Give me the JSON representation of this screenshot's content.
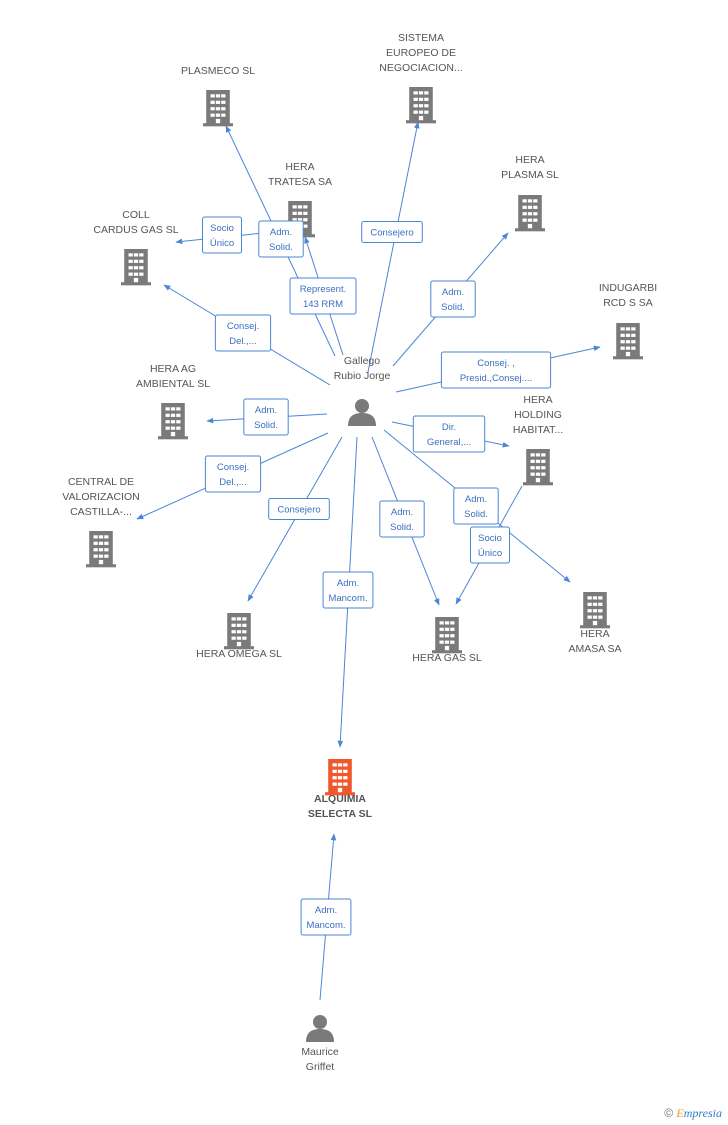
{
  "nodes": [
    {
      "id": "gallego",
      "type": "person",
      "lines": [
        "Gallego",
        "Rubio Jorge"
      ]
    },
    {
      "id": "maurice",
      "type": "person",
      "lines": [
        "Maurice",
        "Griffet"
      ]
    },
    {
      "id": "alquimia",
      "type": "company-focus",
      "lines": [
        "ALQUIMIA",
        "SELECTA SL"
      ],
      "color": "#f0572a"
    },
    {
      "id": "plasmeco",
      "type": "company",
      "lines": [
        "PLASMECO SL"
      ]
    },
    {
      "id": "sistema",
      "type": "company",
      "lines": [
        "SISTEMA",
        "EUROPEO DE",
        "NEGOCIACION..."
      ]
    },
    {
      "id": "tratesa",
      "type": "company",
      "lines": [
        "HERA",
        "TRATESA SA"
      ]
    },
    {
      "id": "plasma",
      "type": "company",
      "lines": [
        "HERA",
        "PLASMA SL"
      ]
    },
    {
      "id": "coll",
      "type": "company",
      "lines": [
        "COLL",
        "CARDUS GAS SL"
      ]
    },
    {
      "id": "indugarbi",
      "type": "company",
      "lines": [
        "INDUGARBI",
        "RCD S SA"
      ]
    },
    {
      "id": "ambiental",
      "type": "company",
      "lines": [
        "HERA AG",
        "AMBIENTAL SL"
      ]
    },
    {
      "id": "holding",
      "type": "company",
      "lines": [
        "HERA",
        "HOLDING",
        "HABITAT..."
      ]
    },
    {
      "id": "central",
      "type": "company",
      "lines": [
        "CENTRAL DE",
        "VALORIZACION",
        "CASTILLA-..."
      ]
    },
    {
      "id": "amasa",
      "type": "company",
      "lines": [
        "HERA",
        "AMASA SA"
      ]
    },
    {
      "id": "omega",
      "type": "company",
      "lines": [
        "HERA OMEGA SL"
      ]
    },
    {
      "id": "gas",
      "type": "company",
      "lines": [
        "HERA GAS  SL"
      ]
    }
  ],
  "edges": [
    {
      "from": "gallego",
      "to": "plasmeco",
      "label": [
        "Adm.",
        "Solid."
      ]
    },
    {
      "from": "gallego",
      "to": "sistema",
      "label": [
        "Consejero"
      ]
    },
    {
      "from": "gallego",
      "to": "tratesa",
      "label": [
        "Represent.",
        "143 RRM"
      ]
    },
    {
      "from": "gallego",
      "to": "plasma",
      "label": [
        "Adm.",
        "Solid."
      ]
    },
    {
      "from": "gallego",
      "to": "coll",
      "label": [
        "Consej.",
        "Del.,..."
      ]
    },
    {
      "from": "tratesa",
      "to": "coll",
      "label": [
        "Socio",
        "Único"
      ]
    },
    {
      "from": "gallego",
      "to": "indugarbi",
      "label": [
        "Consej. ,",
        "Presid.,Consej...."
      ]
    },
    {
      "from": "gallego",
      "to": "ambiental",
      "label": [
        "Adm.",
        "Solid."
      ]
    },
    {
      "from": "gallego",
      "to": "holding",
      "label": [
        "Dir.",
        "General,..."
      ]
    },
    {
      "from": "gallego",
      "to": "central",
      "label": [
        "Consej.",
        "Del.,..."
      ]
    },
    {
      "from": "gallego",
      "to": "amasa",
      "label": [
        "Adm.",
        "Solid."
      ]
    },
    {
      "from": "holding",
      "to": "gas",
      "label": [
        "Socio",
        "Único"
      ]
    },
    {
      "from": "gallego",
      "to": "omega",
      "label": [
        "Consejero"
      ]
    },
    {
      "from": "gallego",
      "to": "gas",
      "label": [
        "Adm.",
        "Solid."
      ]
    },
    {
      "from": "gallego",
      "to": "alquimia",
      "label": [
        "Adm.",
        "Mancom."
      ]
    },
    {
      "from": "maurice",
      "to": "alquimia",
      "label": [
        "Adm.",
        "Mancom."
      ]
    }
  ],
  "colors": {
    "edge": "#4a86d6",
    "edge_text": "#3a6fbf",
    "node": "#7a7a7a",
    "focus": "#f0572a"
  },
  "footer": {
    "symbol": "©",
    "brand_first": "E",
    "brand_rest": "mpresia"
  }
}
